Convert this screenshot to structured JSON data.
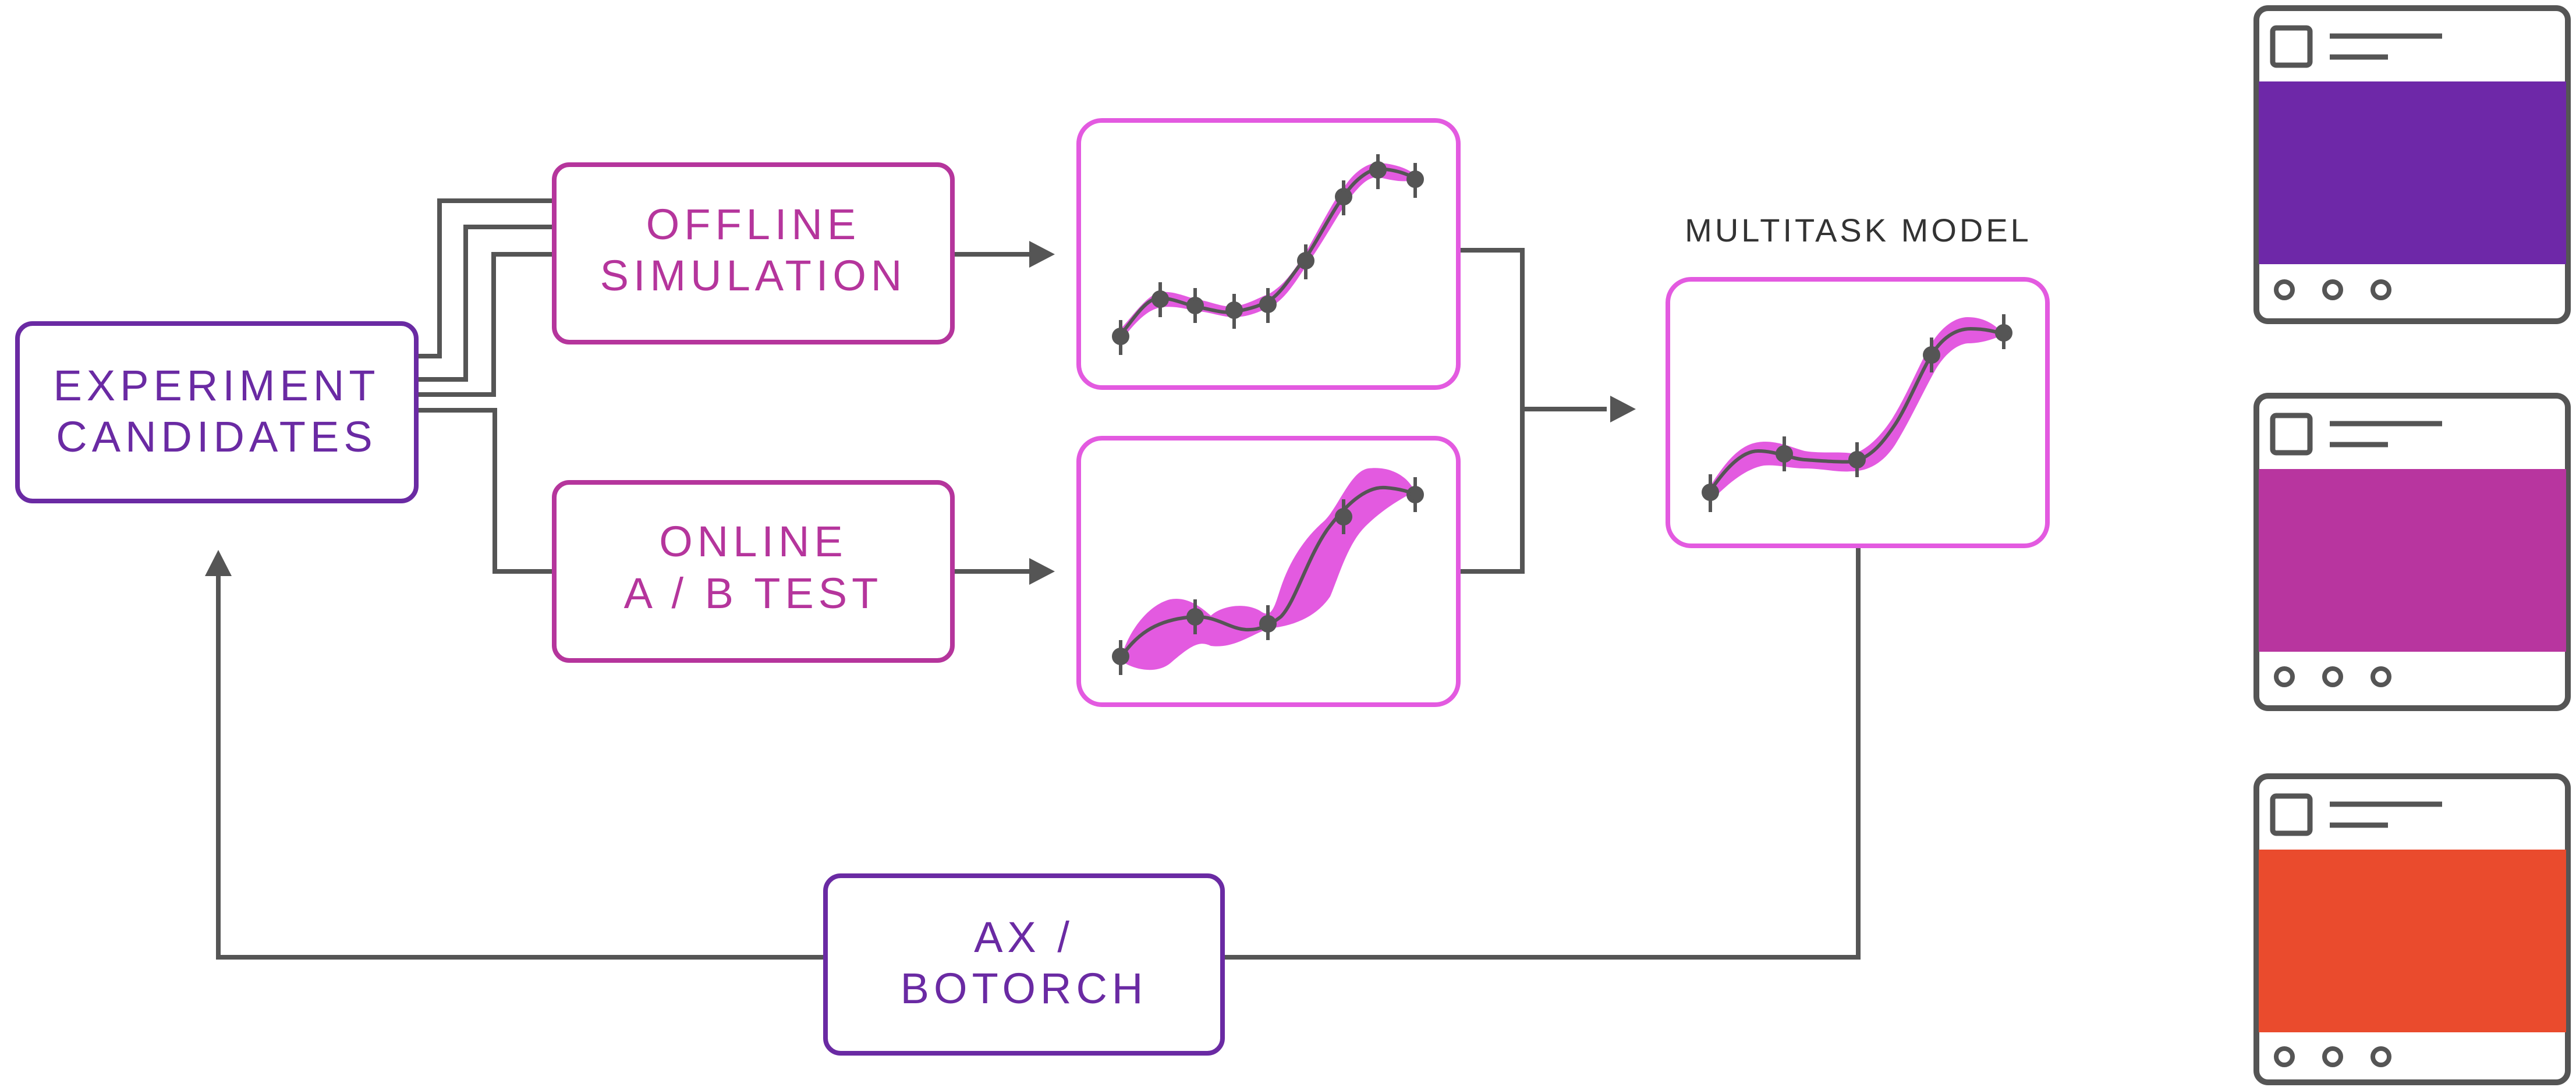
{
  "nodes": {
    "experiment_candidates": {
      "lines": [
        "EXPERIMENT",
        "CANDIDATES"
      ]
    },
    "offline_simulation": {
      "lines": [
        "OFFLINE",
        "SIMULATION"
      ]
    },
    "online_ab_test": {
      "lines": [
        "ONLINE",
        "A / B TEST"
      ]
    },
    "ax_botorch": {
      "lines": [
        "AX /",
        "BOTORCH"
      ]
    }
  },
  "multitask_model": {
    "caption": "MULTITASK MODEL"
  },
  "colors": {
    "purple": "#6a2aa3",
    "magenta": "#b5359c",
    "pink": "#e35ae0",
    "connector": "#555555",
    "card_purple": "#6e28a8",
    "card_magenta": "#b8359f",
    "card_red": "#ea4b2d"
  },
  "variant_cards": [
    {
      "color": "#6e28a8"
    },
    {
      "color": "#b8359f"
    },
    {
      "color": "#ea4b2d"
    }
  ]
}
